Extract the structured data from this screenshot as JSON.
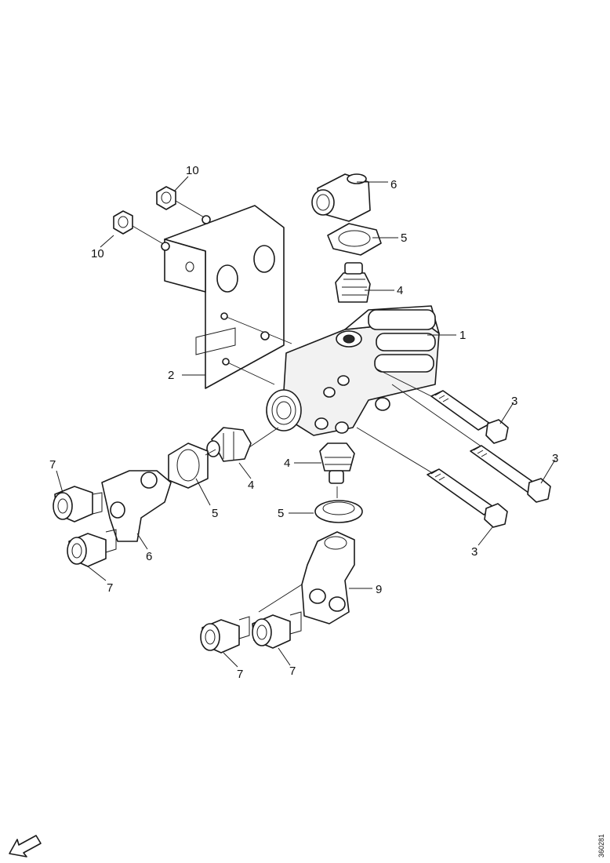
{
  "callouts": {
    "c1": "1",
    "c2": "2",
    "c3a": "3",
    "c3b": "3",
    "c3c": "3",
    "c4a": "4",
    "c4b": "4",
    "c4c": "4",
    "c5a": "5",
    "c5b": "5",
    "c5c": "5",
    "c6a": "6",
    "c6b": "6",
    "c7a": "7",
    "c7b": "7",
    "c7c": "7",
    "c7d": "7",
    "c9": "9",
    "c10a": "10",
    "c10b": "10"
  },
  "reference_number": "360281",
  "icons": {
    "orientation": "arrow-down-left-icon"
  }
}
